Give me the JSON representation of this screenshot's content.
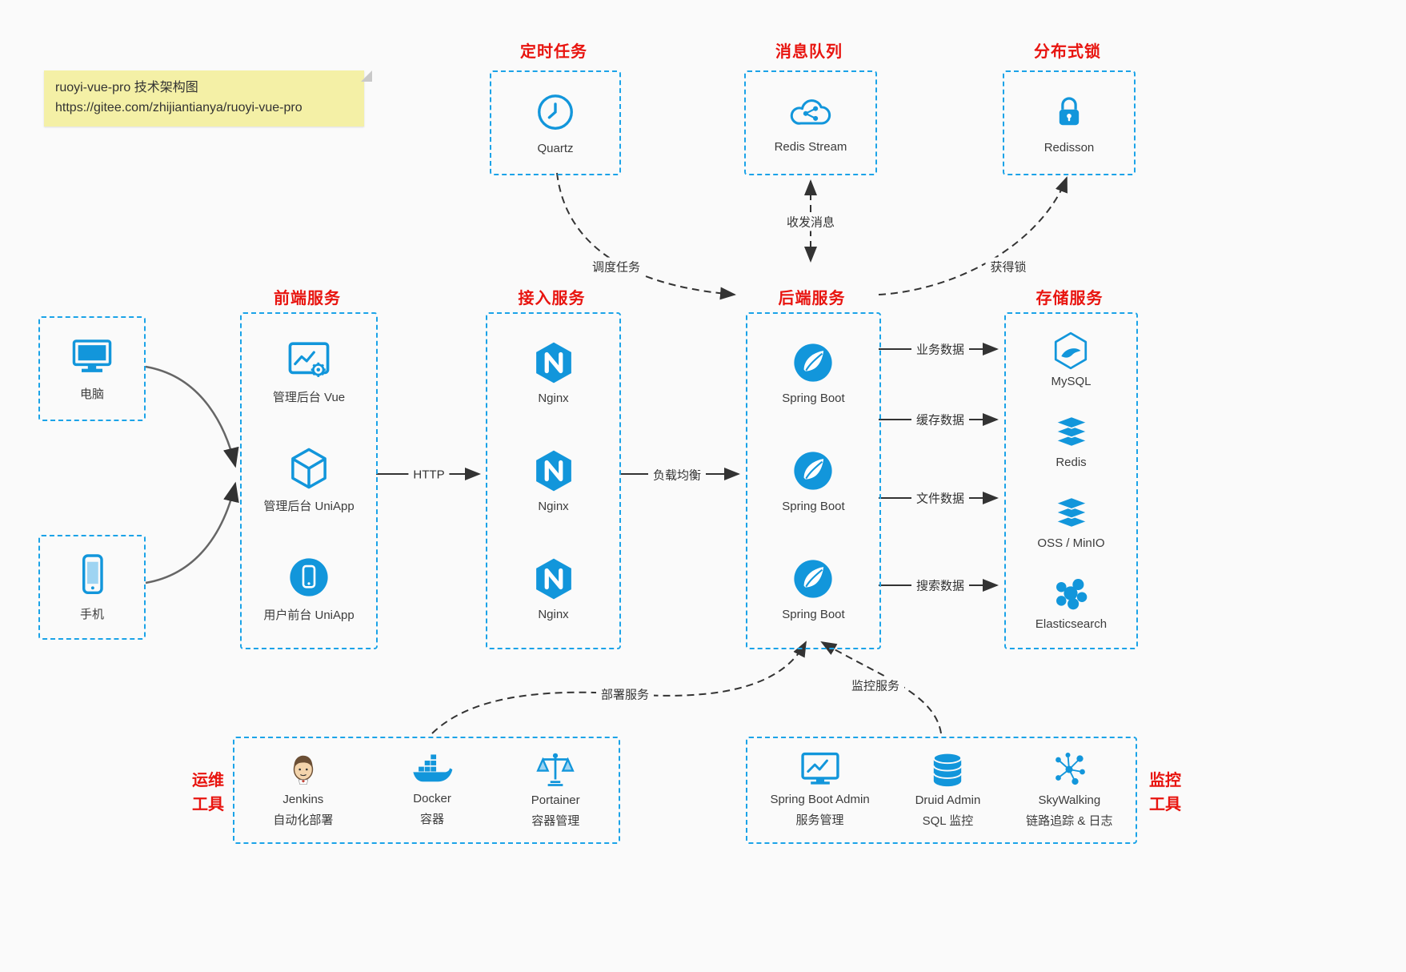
{
  "note": {
    "line1": "ruoyi-vue-pro 技术架构图",
    "line2": "https://gitee.com/zhijiantianya/ruoyi-vue-pro"
  },
  "colors": {
    "accent": "#1296db",
    "title_red": "#e8140f",
    "note_bg": "#f4f0a6"
  },
  "top": {
    "scheduler": {
      "title": "定时任务",
      "label": "Quartz"
    },
    "mq": {
      "title": "消息队列",
      "label": "Redis Stream"
    },
    "lock": {
      "title": "分布式锁",
      "label": "Redisson"
    }
  },
  "clients": {
    "pc": {
      "label": "电脑"
    },
    "mobile": {
      "label": "手机"
    }
  },
  "frontend": {
    "title": "前端服务",
    "items": [
      {
        "label": "管理后台 Vue"
      },
      {
        "label": "管理后台 UniApp"
      },
      {
        "label": "用户前台 UniApp"
      }
    ]
  },
  "gateway": {
    "title": "接入服务",
    "items": [
      {
        "label": "Nginx"
      },
      {
        "label": "Nginx"
      },
      {
        "label": "Nginx"
      }
    ]
  },
  "backend": {
    "title": "后端服务",
    "items": [
      {
        "label": "Spring Boot"
      },
      {
        "label": "Spring Boot"
      },
      {
        "label": "Spring Boot"
      }
    ]
  },
  "storage": {
    "title": "存储服务",
    "items": [
      {
        "label": "MySQL"
      },
      {
        "label": "Redis"
      },
      {
        "label": "OSS / MinIO"
      },
      {
        "label": "Elasticsearch"
      }
    ]
  },
  "ops": {
    "side_title": "运维\n工具",
    "items": [
      {
        "name": "Jenkins",
        "desc": "自动化部署"
      },
      {
        "name": "Docker",
        "desc": "容器"
      },
      {
        "name": "Portainer",
        "desc": "容器管理"
      }
    ]
  },
  "monitoring": {
    "side_title": "监控\n工具",
    "items": [
      {
        "name": "Spring Boot Admin",
        "desc": "服务管理"
      },
      {
        "name": "Druid Admin",
        "desc": "SQL 监控"
      },
      {
        "name": "SkyWalking",
        "desc": "链路追踪 & 日志"
      }
    ]
  },
  "edges": {
    "schedule": "调度任务",
    "message": "收发消息",
    "lock": "获得锁",
    "http": "HTTP",
    "load_balance": "负载均衡",
    "business": "业务数据",
    "cache": "缓存数据",
    "file": "文件数据",
    "search": "搜索数据",
    "deploy": "部署服务",
    "monitor": "监控服务"
  }
}
